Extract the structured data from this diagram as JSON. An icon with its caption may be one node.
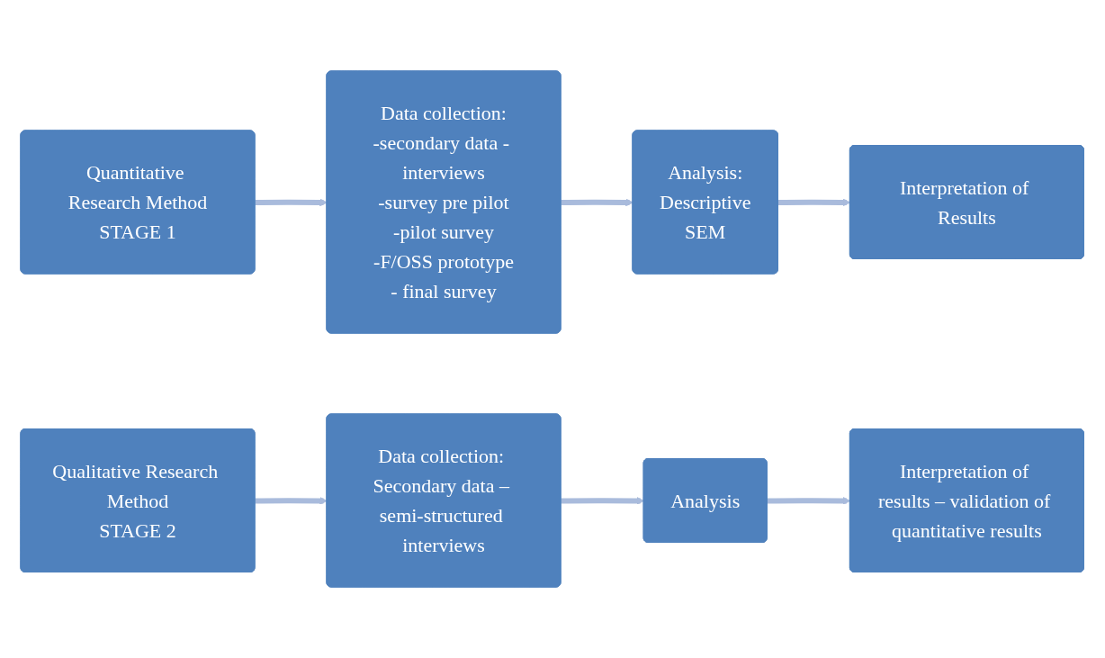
{
  "diagram": {
    "nodes": [
      {
        "text": [
          "Quantitative Research Method",
          "STAGE 1"
        ]
      },
      {
        "text": [
          "Data collection:",
          "-secondary data - interviews",
          "-survey pre pilot",
          "-pilot survey",
          "-F/OSS prototype",
          "- final survey"
        ]
      },
      {
        "text": [
          "Analysis:",
          "Descriptive",
          "SEM"
        ]
      },
      {
        "text": [
          "Interpretation of Results"
        ]
      },
      {
        "text": [
          "Qualitative Research Method",
          "STAGE 2"
        ]
      },
      {
        "text": [
          "Data collection: Secondary data – semi-structured interviews"
        ]
      },
      {
        "text": [
          "Analysis"
        ]
      },
      {
        "text": [
          "Interpretation of results – validation of quantitative results"
        ]
      }
    ],
    "edges": [
      {
        "from": 0,
        "to": 1,
        "arrow": "to"
      },
      {
        "from": 1,
        "to": 2,
        "arrow": "to"
      },
      {
        "from": 2,
        "to": 3,
        "arrow": "to"
      },
      {
        "from": 4,
        "to": 5,
        "arrow": "to"
      },
      {
        "from": 5,
        "to": 6,
        "arrow": "to"
      },
      {
        "from": 6,
        "to": 7,
        "arrow": "to"
      }
    ]
  }
}
